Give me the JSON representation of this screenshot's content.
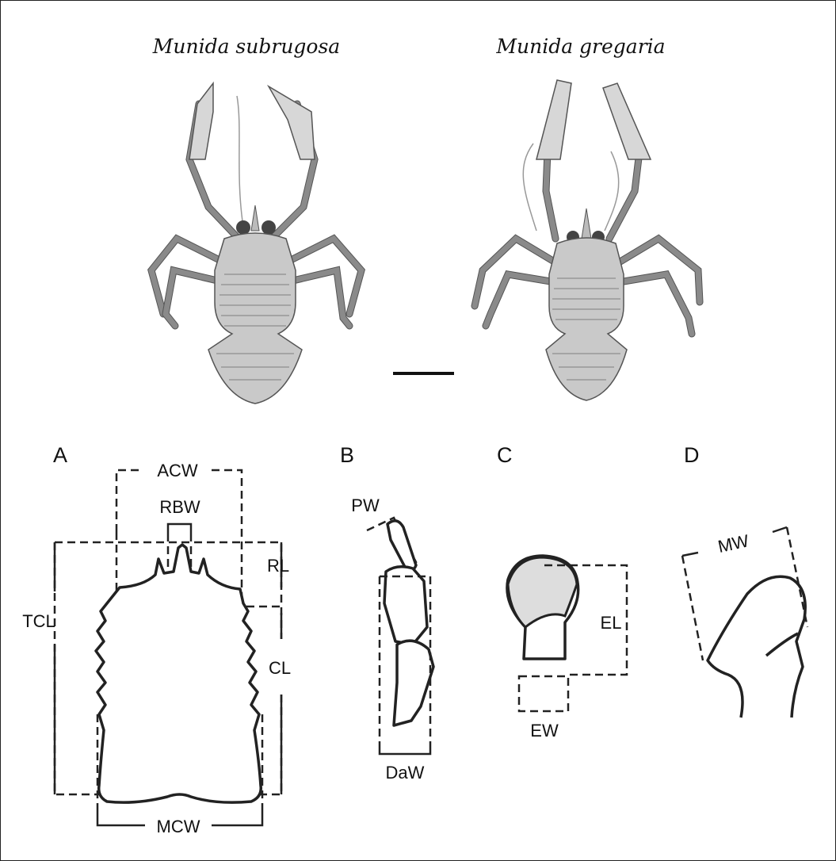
{
  "species": {
    "left": "Munida subrugosa",
    "right": "Munida gregaria"
  },
  "panels": {
    "a": "A",
    "b": "B",
    "c": "C",
    "d": "D"
  },
  "measurements": {
    "acw": "ACW",
    "rbw": "RBW",
    "rl": "RL",
    "tcl": "TCL",
    "cl": "CL",
    "mcw": "MCW",
    "pw": "PW",
    "daw": "DaW",
    "el": "EL",
    "ew": "EW",
    "mw": "MW"
  },
  "colors": {
    "eye_cornea": "#dddddd"
  }
}
